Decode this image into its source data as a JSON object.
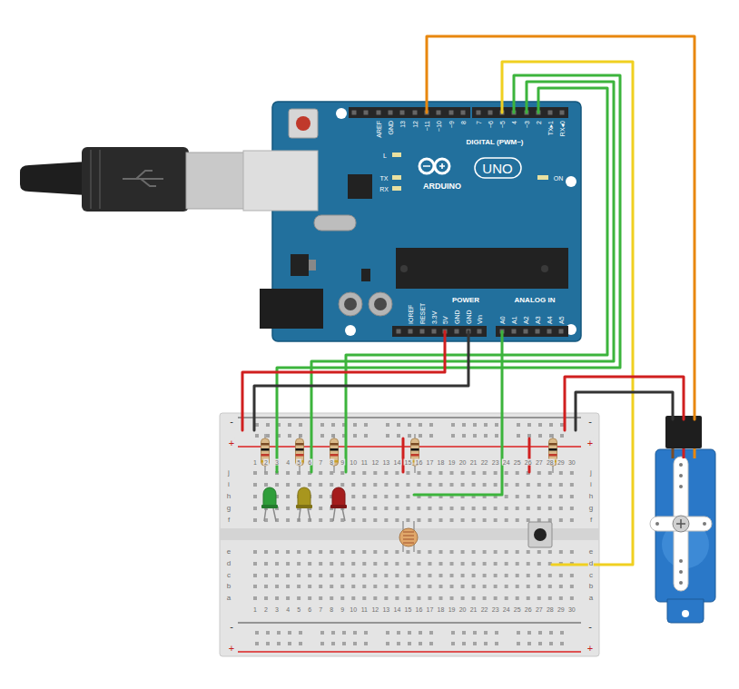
{
  "diagram": {
    "labels": [
      "AREF",
      "GND",
      "13",
      "12",
      "~11",
      "~10",
      "~9",
      "8",
      "7",
      "~6",
      "~5",
      "4",
      "~3",
      "2",
      "TX▸1",
      "RX◂0",
      "DIGITAL (PWM~)",
      "L",
      "TX",
      "RX",
      "ON",
      "UNO",
      "ARDUINO",
      "POWER",
      "ANALOG IN",
      "IOREF",
      "RESET",
      "3.3V",
      "5V",
      "GND",
      "GND",
      "Vin",
      "A0",
      "A1",
      "A2",
      "A3",
      "A4",
      "A5",
      "-",
      "-",
      "+",
      "+",
      "1",
      "2",
      "3",
      "4",
      "5",
      "6",
      "7",
      "8",
      "9",
      "10",
      "11",
      "12",
      "13",
      "14",
      "15",
      "16",
      "17",
      "18",
      "19",
      "20",
      "21",
      "22",
      "23",
      "24",
      "25",
      "26",
      "27",
      "28",
      "29",
      "30",
      "j",
      "i",
      "h",
      "g",
      "f",
      "j",
      "i",
      "h",
      "g",
      "f",
      "e",
      "d",
      "c",
      "b",
      "a",
      "e",
      "d",
      "c",
      "b",
      "a",
      "1",
      "2",
      "3",
      "4",
      "5",
      "6",
      "7",
      "8",
      "9",
      "10",
      "11",
      "12",
      "13",
      "14",
      "15",
      "16",
      "17",
      "18",
      "19",
      "20",
      "21",
      "22",
      "23",
      "24",
      "25",
      "26",
      "27",
      "28",
      "29",
      "30",
      "-",
      "-",
      "+",
      "+"
    ]
  }
}
